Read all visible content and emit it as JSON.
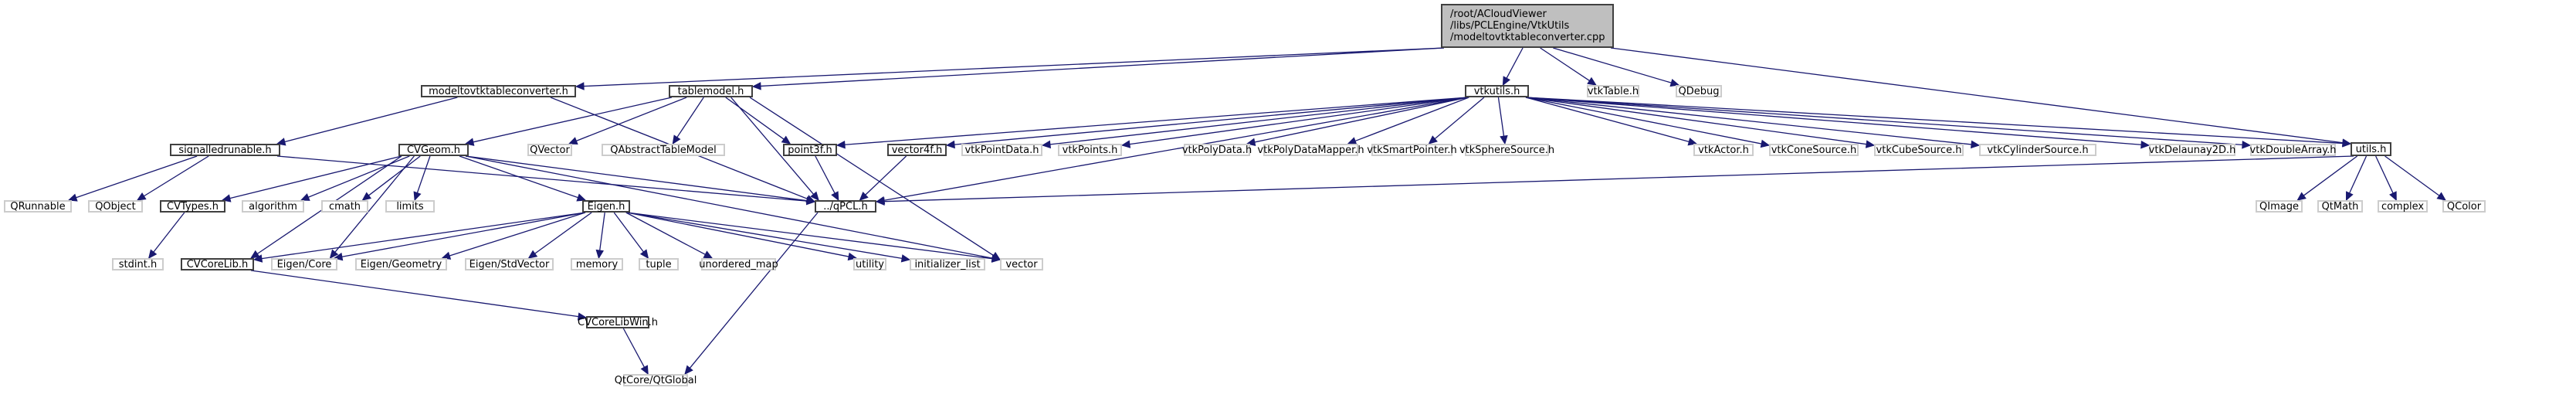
{
  "graph": {
    "root": {
      "lines": [
        "/root/ACloudViewer",
        "/libs/PCLEngine/VtkUtils",
        "/modeltovtktableconverter.cpp"
      ]
    },
    "nodes": {
      "vtkutils": "vtkutils.h",
      "vtkTable": "vtkTable.h",
      "QDebug": "QDebug",
      "modeltovtktableconverter": "modeltovtktableconverter.h",
      "tablemodel": "tablemodel.h",
      "signalledrunable": "signalledrunable.h",
      "CVGeom": "CVGeom.h",
      "QVector": "QVector",
      "QAbstractTableModel": "QAbstractTableModel",
      "point3f": "point3f.h",
      "vector4f": "vector4f.h",
      "vtkPointData": "vtkPointData.h",
      "vtkPoints": "vtkPoints.h",
      "vtkPolyData": "vtkPolyData.h",
      "vtkPolyDataMapper": "vtkPolyDataMapper.h",
      "vtkSmartPointer": "vtkSmartPointer.h",
      "vtkSphereSource": "vtkSphereSource.h",
      "vtkActor": "vtkActor.h",
      "vtkConeSource": "vtkConeSource.h",
      "vtkCubeSource": "vtkCubeSource.h",
      "vtkCylinderSource": "vtkCylinderSource.h",
      "vtkDelaunay2D": "vtkDelaunay2D.h",
      "vtkDoubleArray": "vtkDoubleArray.h",
      "utils": "utils.h",
      "QRunnable": "QRunnable",
      "QObject": "QObject",
      "CVTypes": "CVTypes.h",
      "algorithm": "algorithm",
      "cmath": "cmath",
      "limits": "limits",
      "Eigen": "Eigen.h",
      "qPCL": "../qPCL.h",
      "QImage": "QImage",
      "QtMath": "QtMath",
      "complex": "complex",
      "QColor": "QColor",
      "stdint": "stdint.h",
      "CVCoreLib": "CVCoreLib.h",
      "EigenCore": "Eigen/Core",
      "EigenGeometry": "Eigen/Geometry",
      "EigenStdVector": "Eigen/StdVector",
      "memory": "memory",
      "tuple": "tuple",
      "unordered_map": "unordered_map",
      "utility": "utility",
      "initializer_list": "initializer_list",
      "vector": "vector",
      "CVCoreLibWin": "CVCoreLibWin.h",
      "QtGlobal": "QtCore/QtGlobal"
    },
    "edges": [
      [
        "root",
        "modeltovtktableconverter"
      ],
      [
        "root",
        "tablemodel"
      ],
      [
        "root",
        "vtkutils"
      ],
      [
        "root",
        "vtkTable"
      ],
      [
        "root",
        "QDebug"
      ],
      [
        "root",
        "utils"
      ],
      [
        "modeltovtktableconverter",
        "signalledrunable"
      ],
      [
        "modeltovtktableconverter",
        "qPCL"
      ],
      [
        "tablemodel",
        "CVGeom"
      ],
      [
        "tablemodel",
        "QVector"
      ],
      [
        "tablemodel",
        "QAbstractTableModel"
      ],
      [
        "tablemodel",
        "point3f"
      ],
      [
        "tablemodel",
        "qPCL"
      ],
      [
        "tablemodel",
        "vector"
      ],
      [
        "signalledrunable",
        "QRunnable"
      ],
      [
        "signalledrunable",
        "QObject"
      ],
      [
        "signalledrunable",
        "qPCL"
      ],
      [
        "CVGeom",
        "CVTypes"
      ],
      [
        "CVGeom",
        "algorithm"
      ],
      [
        "CVGeom",
        "cmath"
      ],
      [
        "CVGeom",
        "limits"
      ],
      [
        "CVGeom",
        "CVCoreLib"
      ],
      [
        "CVGeom",
        "EigenCore"
      ],
      [
        "CVGeom",
        "Eigen"
      ],
      [
        "CVGeom",
        "qPCL"
      ],
      [
        "CVGeom",
        "vector"
      ],
      [
        "CVTypes",
        "stdint"
      ],
      [
        "Eigen",
        "CVCoreLib"
      ],
      [
        "Eigen",
        "EigenCore"
      ],
      [
        "Eigen",
        "EigenGeometry"
      ],
      [
        "Eigen",
        "EigenStdVector"
      ],
      [
        "Eigen",
        "memory"
      ],
      [
        "Eigen",
        "tuple"
      ],
      [
        "Eigen",
        "unordered_map"
      ],
      [
        "Eigen",
        "utility"
      ],
      [
        "Eigen",
        "initializer_list"
      ],
      [
        "Eigen",
        "vector"
      ],
      [
        "CVCoreLib",
        "CVCoreLibWin"
      ],
      [
        "CVCoreLibWin",
        "QtGlobal"
      ],
      [
        "qPCL",
        "QtGlobal"
      ],
      [
        "point3f",
        "qPCL"
      ],
      [
        "vector4f",
        "qPCL"
      ],
      [
        "vtkutils",
        "point3f"
      ],
      [
        "vtkutils",
        "vector4f"
      ],
      [
        "vtkutils",
        "qPCL"
      ],
      [
        "vtkutils",
        "vtkPointData"
      ],
      [
        "vtkutils",
        "vtkPoints"
      ],
      [
        "vtkutils",
        "vtkPolyData"
      ],
      [
        "vtkutils",
        "vtkPolyDataMapper"
      ],
      [
        "vtkutils",
        "vtkSmartPointer"
      ],
      [
        "vtkutils",
        "vtkSphereSource"
      ],
      [
        "vtkutils",
        "vtkActor"
      ],
      [
        "vtkutils",
        "vtkConeSource"
      ],
      [
        "vtkutils",
        "vtkCubeSource"
      ],
      [
        "vtkutils",
        "vtkCylinderSource"
      ],
      [
        "vtkutils",
        "vtkDelaunay2D"
      ],
      [
        "vtkutils",
        "vtkDoubleArray"
      ],
      [
        "vtkutils",
        "utils"
      ],
      [
        "utils",
        "qPCL"
      ],
      [
        "utils",
        "QImage"
      ],
      [
        "utils",
        "QtMath"
      ],
      [
        "utils",
        "complex"
      ],
      [
        "utils",
        "QColor"
      ]
    ]
  }
}
